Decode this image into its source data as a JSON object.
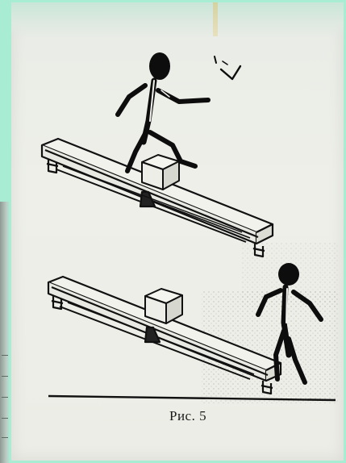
{
  "figure": {
    "caption": "Рис. 5"
  },
  "colors": {
    "background": "#a8ecd4",
    "paper": "#eceee8",
    "ink": "#111111"
  },
  "scenes": [
    {
      "name": "upper-scene",
      "description_icon": "figure-walking-on-bench-icon"
    },
    {
      "name": "lower-scene",
      "description_icon": "figure-falling-off-bench-icon"
    }
  ]
}
